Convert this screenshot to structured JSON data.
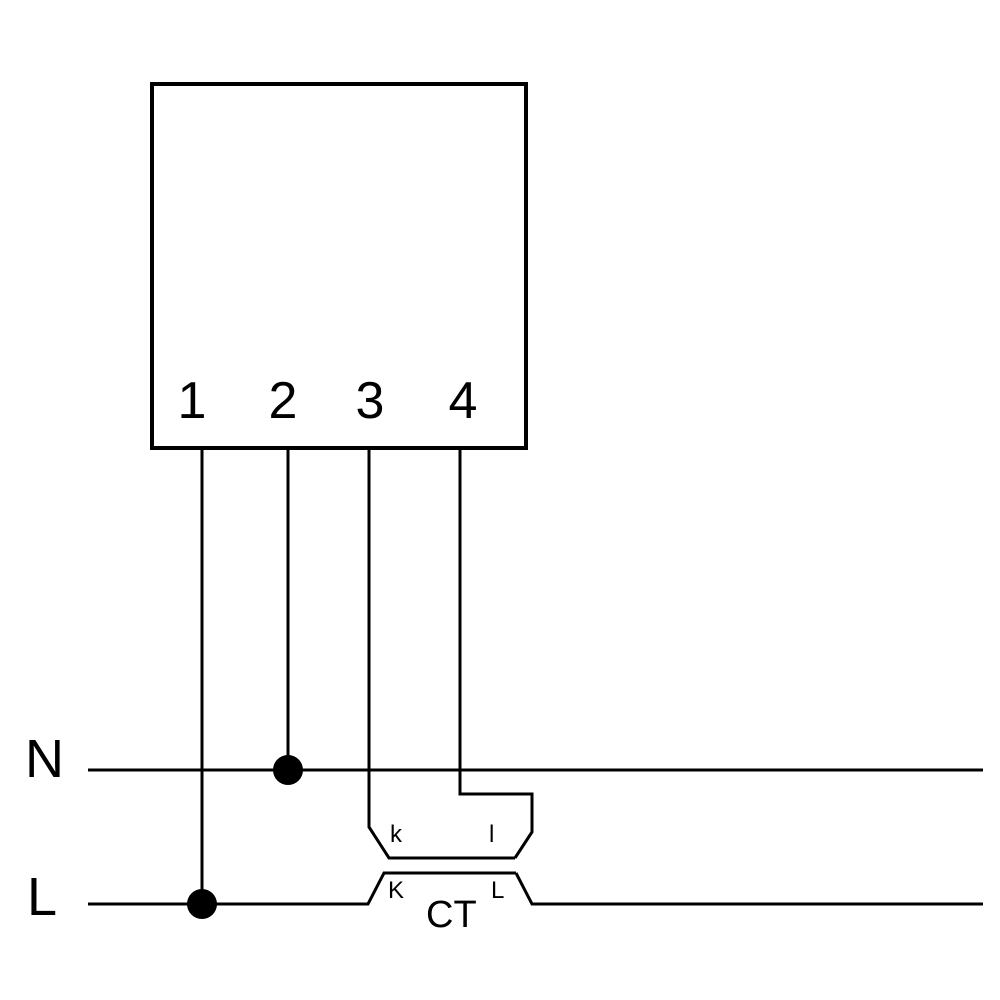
{
  "terminals": [
    "1",
    "2",
    "3",
    "4"
  ],
  "lines": {
    "neutral": "N",
    "live": "L"
  },
  "ct": {
    "label": "CT",
    "secondary_k": "k",
    "secondary_l": "l",
    "primary_k": "K",
    "primary_l": "L"
  },
  "colors": {
    "stroke": "#000000",
    "background": "#ffffff"
  }
}
